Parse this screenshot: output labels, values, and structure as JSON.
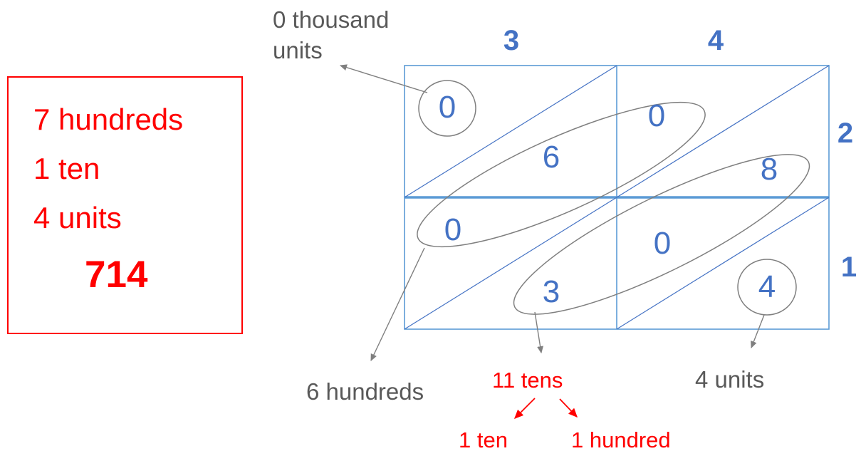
{
  "result_box": {
    "line1": "7 hundreds",
    "line2": "1 ten",
    "line3": "4 units",
    "result": "714"
  },
  "lattice": {
    "top_digits": [
      "3",
      "4"
    ],
    "right_digits": [
      "2",
      "1"
    ],
    "cells": {
      "top_left": {
        "tens": "0",
        "units": "6"
      },
      "top_right": {
        "tens": "0",
        "units": "8"
      },
      "bottom_left": {
        "tens": "0",
        "units": "3"
      },
      "bottom_right": {
        "tens": "0",
        "units": "4"
      }
    }
  },
  "labels": {
    "thousands_line1": "0 thousand",
    "thousands_line2": "units",
    "hundreds": "6 hundreds",
    "tens": "11 tens",
    "units": "4 units",
    "carry_ten": "1 ten",
    "carry_hundred": "1 hundred"
  },
  "colors": {
    "digit_blue": "#4472C4",
    "grid_blue": "#5B9BD5",
    "shape_gray": "#7F7F7F",
    "text_gray": "#595959",
    "red": "#FF0000"
  }
}
